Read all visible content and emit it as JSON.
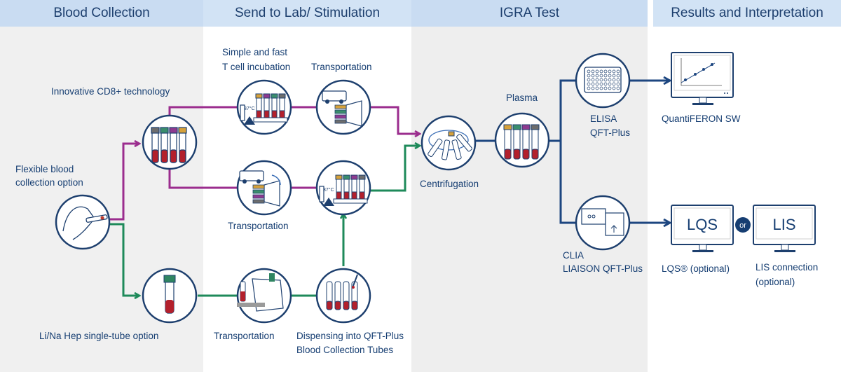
{
  "columns": {
    "blood_collection": "Blood Collection",
    "send_to_lab": "Send to Lab/ Stimulation",
    "igra_test": "IGRA Test",
    "results": "Results and Interpretation"
  },
  "labels": {
    "innovative_cd8": "Innovative CD8+ technology",
    "flexible_1": "Flexible blood",
    "flexible_2": "collection option",
    "lihep": "Li/Na Hep single-tube option",
    "incubation_1": "Simple and fast",
    "incubation_2": "T cell incubation",
    "transport_top": "Transportation",
    "transport_mid": "Transportation",
    "transport_bottom": "Transportation",
    "dispense_1": "Dispensing into QFT-Plus",
    "dispense_2": "Blood Collection Tubes",
    "centrifugation": "Centrifugation",
    "plasma": "Plasma",
    "elisa_1": "ELISA",
    "elisa_2": "QFT-Plus",
    "clia_1": "CLIA",
    "clia_2": "LIAISON QFT-Plus",
    "quantiferon_sw": "QuantiFERON SW",
    "lqs_screen": "LQS",
    "or_badge": "or",
    "lis_screen": "LIS",
    "lqs_optional": "LQS® (optional)",
    "lis_conn_1": "LIS connection",
    "lis_conn_2": "(optional)",
    "temp_1": "37°C",
    "temp_2": "37°C"
  },
  "colors": {
    "purple_path": "#9b2d8e",
    "green_path": "#1e8a5a",
    "navy": "#1d4680",
    "header_bg": "#c9dcf2",
    "panel_bg": "#efefef"
  }
}
